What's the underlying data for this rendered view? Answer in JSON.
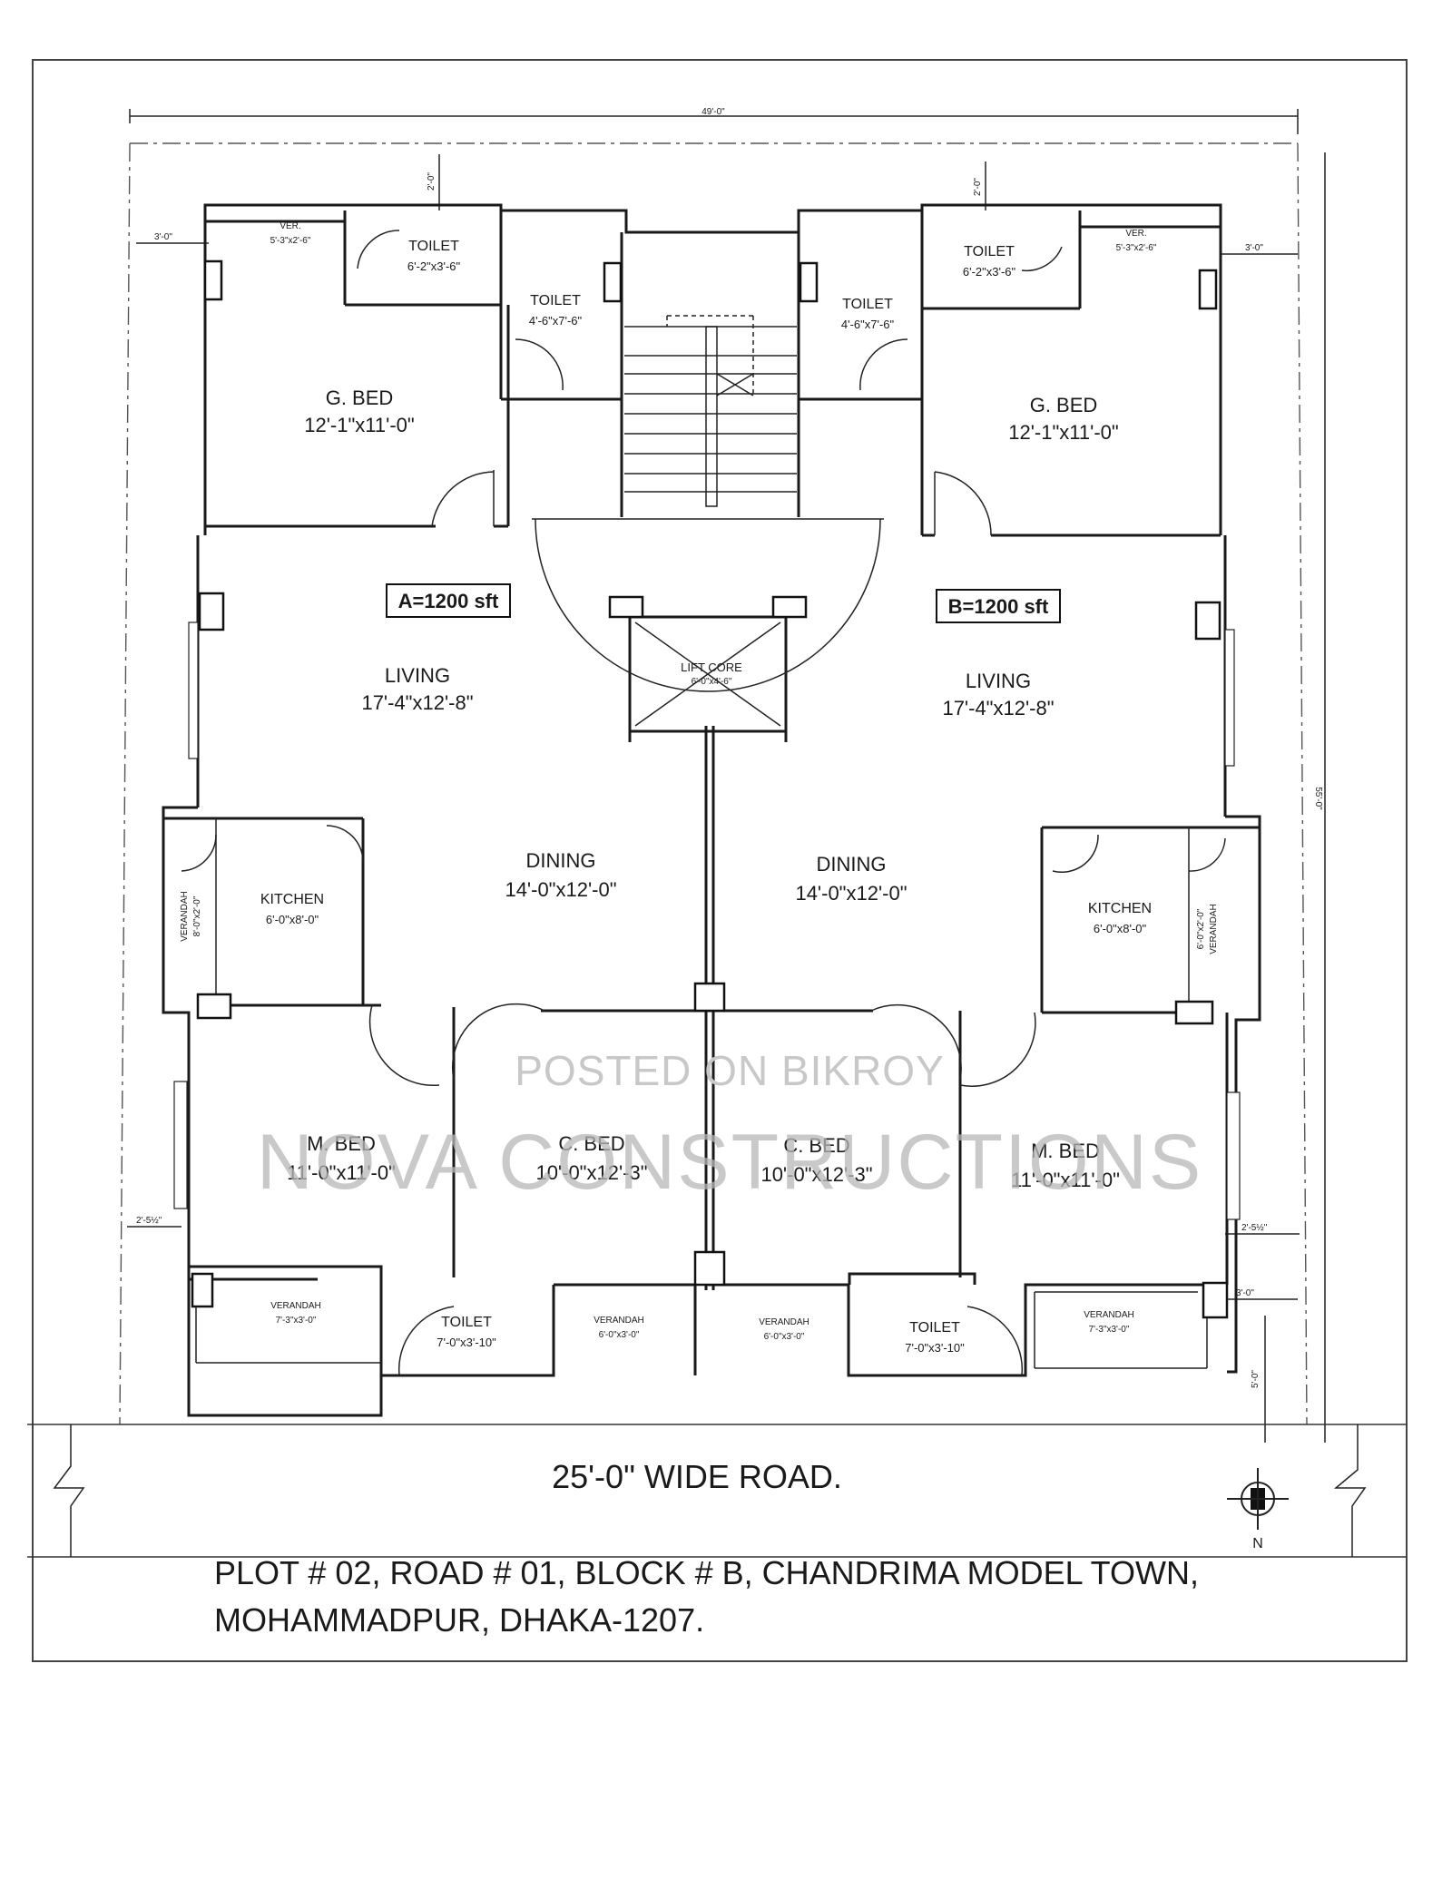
{
  "plan": {
    "overall_width": "49'-0\"",
    "overall_depth": "55'-0\"",
    "setback_top_left": "3'-0\"",
    "setback_top_right": "3'-0\"",
    "setback_vert_left": "2'-0\"",
    "setback_vert_right": "2'-0\"",
    "setback_side_left": "2'-5½\"",
    "setback_side_right": "2'-5½\"",
    "setback_bottom_right": "3'-0\"",
    "setback_front": "5'-0\"",
    "units": {
      "a": {
        "area": "A=1200 sft"
      },
      "b": {
        "area": "B=1200 sft"
      }
    },
    "rooms": {
      "ver_left": {
        "name": "VER.",
        "dim": "5'-3\"x2'-6\""
      },
      "ver_right": {
        "name": "VER.",
        "dim": "5'-3\"x2'-6\""
      },
      "toilet_tl": {
        "name": "TOILET",
        "dim": "6'-2\"x3'-6\""
      },
      "toilet_tr": {
        "name": "TOILET",
        "dim": "6'-2\"x3'-6\""
      },
      "toilet_cl": {
        "name": "TOILET",
        "dim": "4'-6\"x7'-6\""
      },
      "toilet_cr": {
        "name": "TOILET",
        "dim": "4'-6\"x7'-6\""
      },
      "gbed_left": {
        "name": "G. BED",
        "dim": "12'-1\"x11'-0\""
      },
      "gbed_right": {
        "name": "G. BED",
        "dim": "12'-1\"x11'-0\""
      },
      "lift": {
        "name": "LIFT CORE",
        "dim": "6'-0\"x4'-6\""
      },
      "living_left": {
        "name": "LIVING",
        "dim": "17'-4\"x12'-8\""
      },
      "living_right": {
        "name": "LIVING",
        "dim": "17'-4\"x12'-8\""
      },
      "dining_left": {
        "name": "DINING",
        "dim": "14'-0\"x12'-0\""
      },
      "dining_right": {
        "name": "DINING",
        "dim": "14'-0\"x12'-0\""
      },
      "kitchen_left": {
        "name": "KITCHEN",
        "dim": "6'-0\"x8'-0\""
      },
      "kitchen_right": {
        "name": "KITCHEN",
        "dim": "6'-0\"x8'-0\""
      },
      "verandah_kl": {
        "name": "VERANDAH",
        "dim": "8'-0\"x2'-0\""
      },
      "verandah_kr": {
        "name": "VERANDAH",
        "dim": "6'-0\"x2'-0\""
      },
      "mbed_left": {
        "name": "M. BED",
        "dim": "11'-0\"x11'-0\""
      },
      "mbed_right": {
        "name": "M. BED",
        "dim": "11'-0\"x11'-0\""
      },
      "cbed_left": {
        "name": "C. BED",
        "dim": "10'-0\"x12'-3\""
      },
      "cbed_right": {
        "name": "C. BED",
        "dim": "10'-0\"x12'-3\""
      },
      "verandah_bl": {
        "name": "VERANDAH",
        "dim": "7'-3\"x3'-0\""
      },
      "verandah_br": {
        "name": "VERANDAH",
        "dim": "7'-3\"x3'-0\""
      },
      "verandah_bcl": {
        "name": "VERANDAH",
        "dim": "6'-0\"x3'-0\""
      },
      "verandah_bcr": {
        "name": "VERANDAH",
        "dim": "6'-0\"x3'-0\""
      },
      "toilet_bl": {
        "name": "TOILET",
        "dim": "7'-0\"x3'-10\""
      },
      "toilet_br": {
        "name": "TOILET",
        "dim": "7'-0\"x3'-10\""
      }
    },
    "road_label": "25'-0\" WIDE ROAD.",
    "north_label": "N",
    "address_line1": "PLOT # 02, ROAD # 01, BLOCK # B, CHANDRIMA MODEL TOWN,",
    "address_line2": "MOHAMMADPUR, DHAKA-1207."
  },
  "watermark": {
    "line1": "POSTED ON BIKROY",
    "line2": "NOVA CONSTRUCTIONS"
  }
}
